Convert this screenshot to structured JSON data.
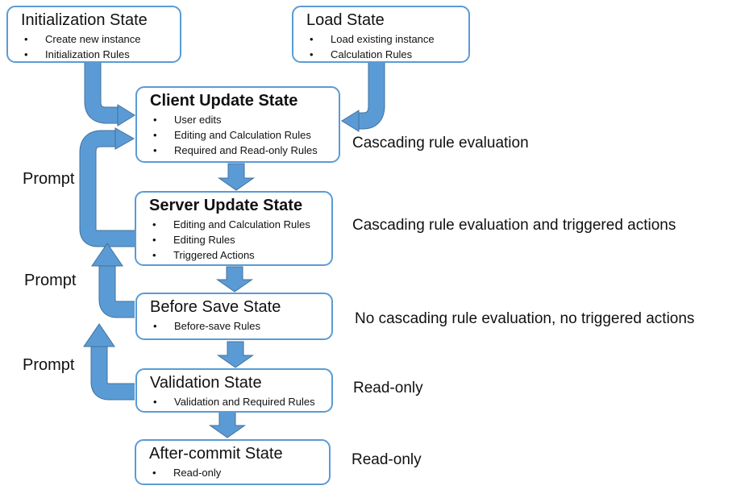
{
  "colors": {
    "accent": "#5B9BD5",
    "arrow_outline": "#41719C",
    "text": "#111111"
  },
  "diagram": {
    "boxes": [
      {
        "title": "Initialization State",
        "bullets": [
          "Create new instance",
          "Initialization Rules"
        ]
      },
      {
        "title": "Load State",
        "bullets": [
          "Load existing instance",
          "Calculation Rules"
        ]
      },
      {
        "title": "Client Update State",
        "bullets": [
          "User edits",
          "Editing and Calculation Rules",
          "Required and Read-only Rules"
        ]
      },
      {
        "title": "Server Update State",
        "bullets": [
          "Editing and Calculation Rules",
          "Editing Rules",
          "Triggered Actions"
        ]
      },
      {
        "title": "Before Save State",
        "bullets": [
          "Before-save Rules"
        ]
      },
      {
        "title": "Validation State",
        "bullets": [
          "Validation and Required Rules"
        ]
      },
      {
        "title": "After-commit State",
        "bullets": [
          "Read-only"
        ]
      }
    ],
    "annotations": [
      "Cascading rule evaluation",
      "Cascading rule evaluation and triggered actions",
      "No cascading rule evaluation, no triggered actions",
      "Read-only",
      "Read-only"
    ],
    "prompt_labels": [
      "Prompt",
      "Prompt",
      "Prompt"
    ]
  }
}
